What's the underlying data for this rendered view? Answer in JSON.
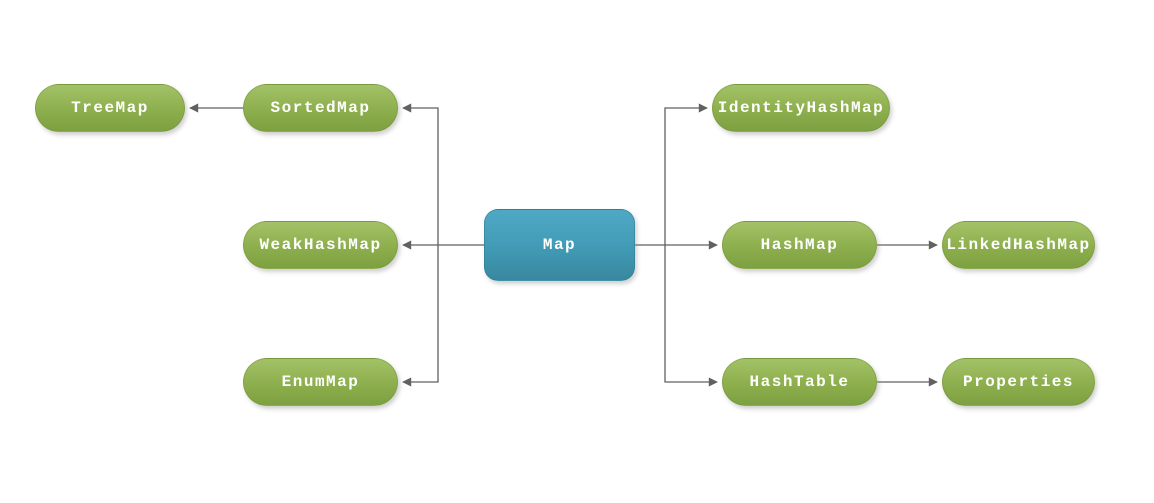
{
  "diagram": {
    "description": "Java Map interface hierarchy diagram",
    "background_color": "#ffffff",
    "connector_color": "#616161",
    "node_styles": {
      "subtype_node": {
        "fill_top": "#a3c268",
        "fill_bottom": "#7da040",
        "text_color": "#ffffff",
        "shape": "pill"
      },
      "root_node": {
        "fill_top": "#4fa9c4",
        "fill_bottom": "#38889f",
        "text_color": "#ffffff",
        "shape": "rounded-rectangle"
      }
    },
    "nodes": [
      {
        "id": "map",
        "label": "Map"
      },
      {
        "id": "treemap",
        "label": "TreeMap"
      },
      {
        "id": "sortedmap",
        "label": "SortedMap"
      },
      {
        "id": "weakhashmap",
        "label": "WeakHashMap"
      },
      {
        "id": "enummap",
        "label": "EnumMap"
      },
      {
        "id": "identityhashmap",
        "label": "IdentityHashMap"
      },
      {
        "id": "hashmap",
        "label": "HashMap"
      },
      {
        "id": "hashtable",
        "label": "HashTable"
      },
      {
        "id": "linkedhashmap",
        "label": "LinkedHashMap"
      },
      {
        "id": "properties",
        "label": "Properties"
      }
    ],
    "edges": [
      {
        "from": "Map",
        "to": "SortedMap"
      },
      {
        "from": "Map",
        "to": "WeakHashMap"
      },
      {
        "from": "Map",
        "to": "EnumMap"
      },
      {
        "from": "Map",
        "to": "IdentityHashMap"
      },
      {
        "from": "Map",
        "to": "HashMap"
      },
      {
        "from": "Map",
        "to": "HashTable"
      },
      {
        "from": "SortedMap",
        "to": "TreeMap"
      },
      {
        "from": "HashMap",
        "to": "LinkedHashMap"
      },
      {
        "from": "HashTable",
        "to": "Properties"
      }
    ]
  }
}
